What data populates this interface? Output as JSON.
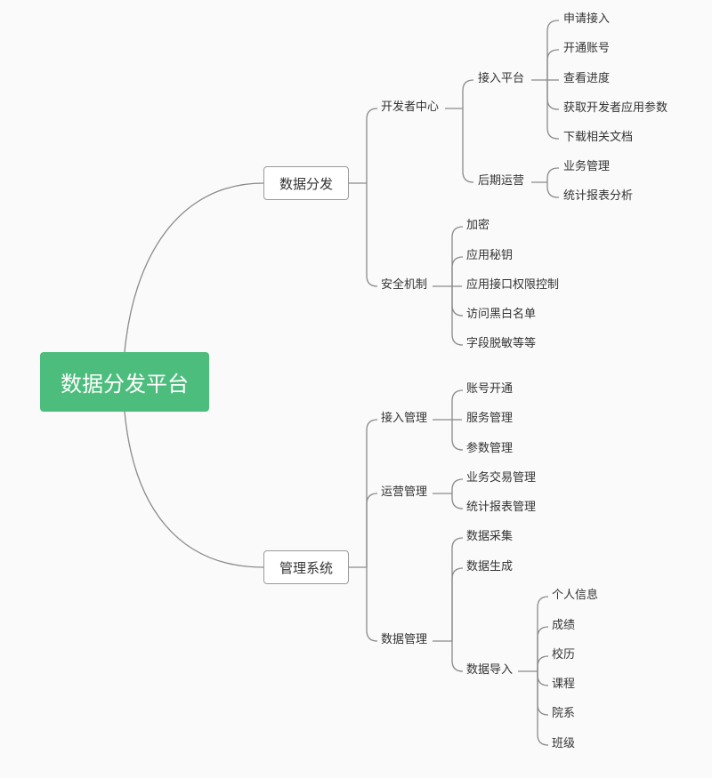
{
  "root": "数据分发平台",
  "branches": [
    {
      "label": "数据分发",
      "children": [
        {
          "label": "开发者中心",
          "children": [
            {
              "label": "接入平台",
              "children": [
                {
                  "label": "申请接入"
                },
                {
                  "label": "开通账号"
                },
                {
                  "label": "查看进度"
                },
                {
                  "label": "获取开发者应用参数"
                },
                {
                  "label": "下载相关文档"
                }
              ]
            },
            {
              "label": "后期运营",
              "children": [
                {
                  "label": "业务管理"
                },
                {
                  "label": "统计报表分析"
                }
              ]
            }
          ]
        },
        {
          "label": "安全机制",
          "children": [
            {
              "label": "加密"
            },
            {
              "label": "应用秘钥"
            },
            {
              "label": "应用接口权限控制"
            },
            {
              "label": "访问黑白名单"
            },
            {
              "label": "字段脱敏等等"
            }
          ]
        }
      ]
    },
    {
      "label": "管理系统",
      "children": [
        {
          "label": "接入管理",
          "children": [
            {
              "label": "账号开通"
            },
            {
              "label": "服务管理"
            },
            {
              "label": "参数管理"
            }
          ]
        },
        {
          "label": "运营管理",
          "children": [
            {
              "label": "业务交易管理"
            },
            {
              "label": "统计报表管理"
            }
          ]
        },
        {
          "label": "数据管理",
          "children": [
            {
              "label": "数据采集"
            },
            {
              "label": "数据生成"
            },
            {
              "label": "数据导入",
              "children": [
                {
                  "label": "个人信息"
                },
                {
                  "label": "成绩"
                },
                {
                  "label": "校历"
                },
                {
                  "label": "课程"
                },
                {
                  "label": "院系"
                },
                {
                  "label": "班级"
                }
              ]
            }
          ]
        }
      ]
    }
  ],
  "colors": {
    "root_fill": "#4dbd7d",
    "line": "#8a8a8a",
    "box_border": "#9a9a9a",
    "background": "#fafafa"
  }
}
